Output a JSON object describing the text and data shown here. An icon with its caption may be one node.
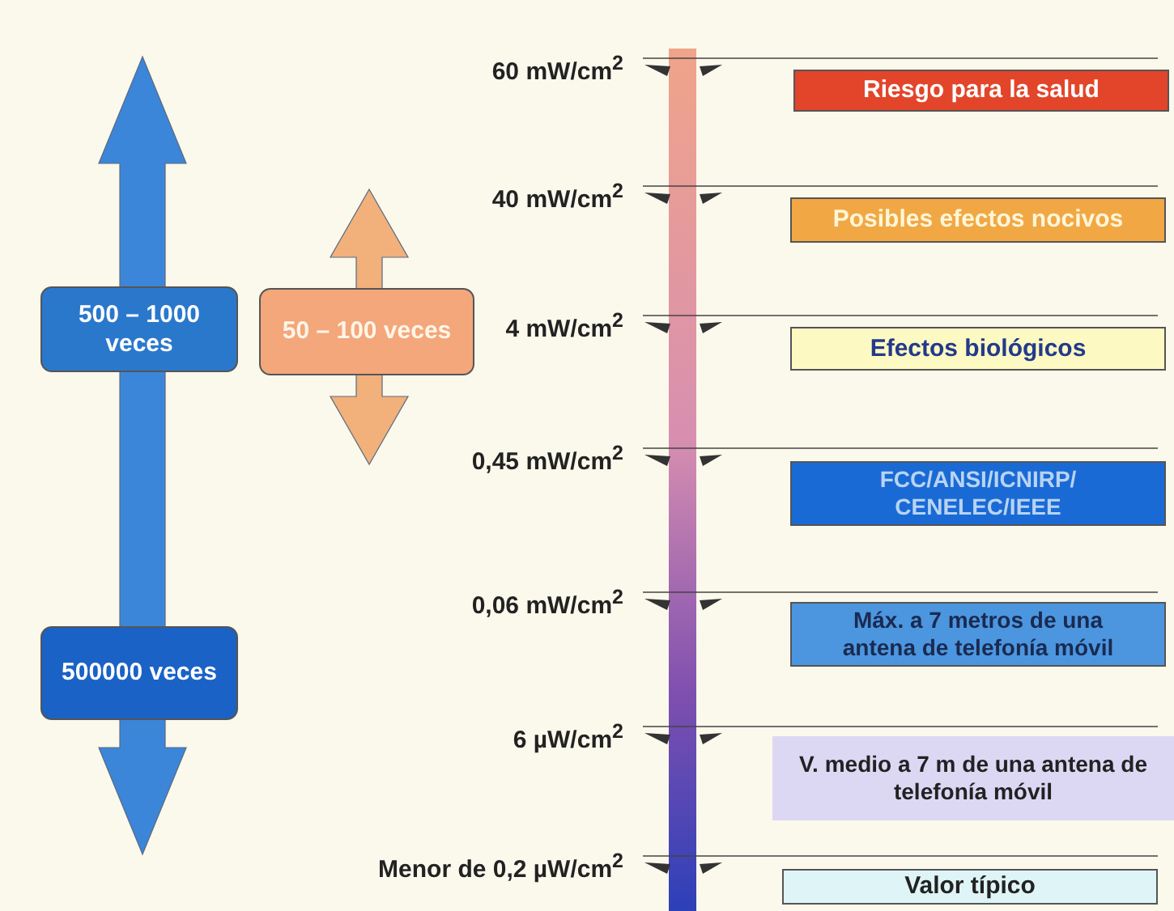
{
  "diagram": {
    "nodes": [
      {
        "text": [
          "500 – 1000 veces"
        ]
      },
      {
        "text": [
          "50 – 100 veces"
        ]
      },
      {
        "text": [
          "500000 veces"
        ]
      },
      {
        "text": [
          "Riesgo para la salud"
        ]
      },
      {
        "text": [
          "Posibles efectos nocivos"
        ]
      },
      {
        "text": [
          "Efectos biológicos"
        ]
      },
      {
        "text": [
          "FCC/ANSI/ICNIRP/ CENELEC/IEEE"
        ]
      },
      {
        "text": [
          "Máx. a 7 metros de una antena de telefonía móvil"
        ]
      },
      {
        "text": [
          "V. medio a 7 m de una antena de telefonía móvil"
        ]
      },
      {
        "text": [
          "Valor típico"
        ]
      }
    ],
    "labels": [
      "60 mW/cm$^{2}$",
      "40 mW/cm$^{2}$",
      "4 mW/cm$^{2}$",
      "0,45 mW/cm$^{2}$",
      "0,06 mW/cm$^{2}$",
      "6 µW/cm$^{2}$",
      "Menor de 0,2 µW/cm$^{2}$"
    ]
  }
}
